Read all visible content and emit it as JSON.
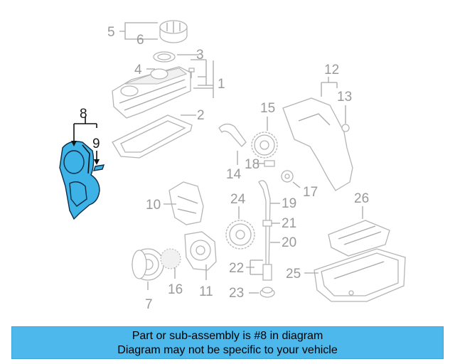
{
  "callouts": {
    "c1": "1",
    "c2": "2",
    "c3": "3",
    "c4": "4",
    "c5": "5",
    "c6": "6",
    "c7": "7",
    "c8": "8",
    "c9": "9",
    "c10": "10",
    "c11": "11",
    "c12": "12",
    "c13": "13",
    "c14": "14",
    "c15": "15",
    "c16": "16",
    "c17": "17",
    "c18": "18",
    "c19": "19",
    "c20": "20",
    "c21": "21",
    "c22": "22",
    "c23": "23",
    "c24": "24",
    "c25": "25",
    "c26": "26"
  },
  "highlighted_part": "8",
  "colors": {
    "highlight": "#3cb2e6",
    "banner": "#4cb8ec",
    "callout": "#9a9a9a"
  },
  "banner": {
    "line1": "Part or sub-assembly is #8 in diagram",
    "line2": "Diagram may not be specific to your vehicle"
  }
}
